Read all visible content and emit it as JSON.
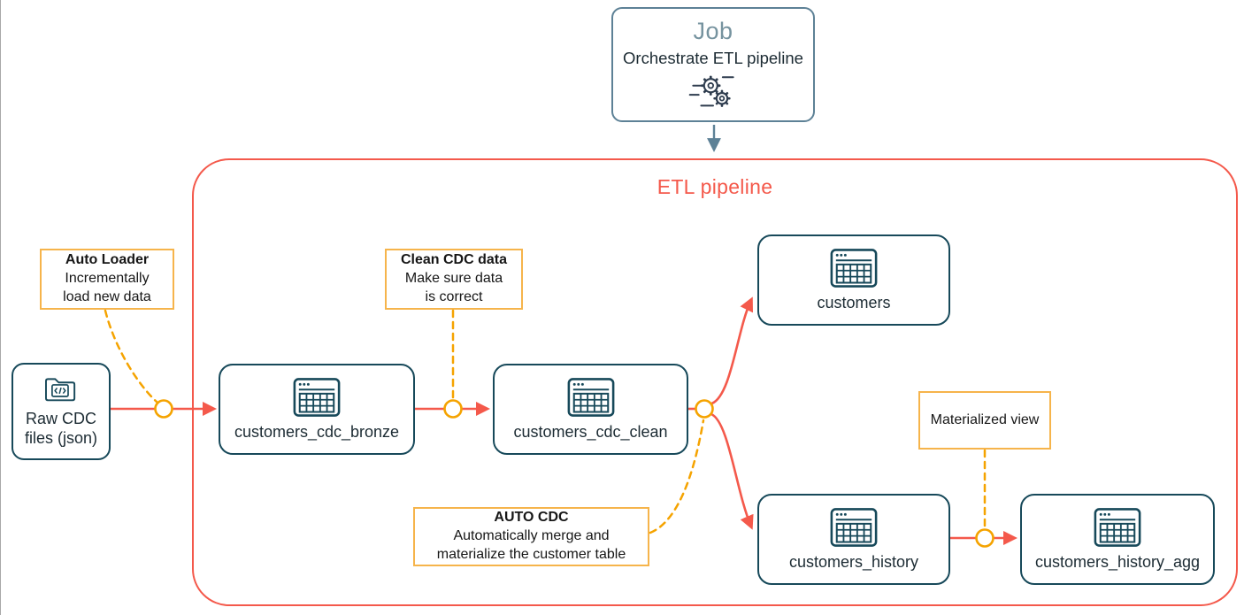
{
  "diagram": {
    "type": "etl-pipeline-architecture"
  },
  "colors": {
    "accent": "#F4594B",
    "node_border": "#17495A",
    "annotation_border": "#F6B44B",
    "connector": "#F5A300",
    "job_border": "#5D8196",
    "job_title": "#76939F",
    "text": "#1C2B33",
    "job_icon": "#2E3C4E"
  },
  "job": {
    "title": "Job",
    "subtitle": "Orchestrate ETL pipeline",
    "icon": "gears-icon"
  },
  "pipeline": {
    "title": "ETL pipeline"
  },
  "source": {
    "label": "Raw CDC files (json)",
    "icon": "code-folder-icon"
  },
  "nodes": {
    "bronze": {
      "label": "customers_cdc_bronze",
      "icon": "table-icon"
    },
    "clean": {
      "label": "customers_cdc_clean",
      "icon": "table-icon"
    },
    "customers": {
      "label": "customers",
      "icon": "table-icon"
    },
    "history": {
      "label": "customers_history",
      "icon": "table-icon"
    },
    "history_agg": {
      "label": "customers_history_agg",
      "icon": "table-icon"
    }
  },
  "annotations": {
    "auto_loader": {
      "title": "Auto Loader",
      "body": "Incrementally load new data"
    },
    "clean_cdc": {
      "title": "Clean CDC data",
      "body": "Make sure data is correct"
    },
    "auto_cdc": {
      "title": "AUTO CDC",
      "body": "Automatically merge and materialize the customer table"
    },
    "materialized_view": {
      "title": "Materialized view"
    }
  },
  "edges": [
    {
      "from": "raw_cdc_files",
      "to": "customers_cdc_bronze",
      "style": "solid-arrow",
      "note": "auto_loader"
    },
    {
      "from": "customers_cdc_bronze",
      "to": "customers_cdc_clean",
      "style": "solid-arrow",
      "note": "clean_cdc"
    },
    {
      "from": "customers_cdc_clean",
      "to": "customers",
      "style": "solid-arrow",
      "note": "auto_cdc"
    },
    {
      "from": "customers_cdc_clean",
      "to": "customers_history",
      "style": "solid-arrow",
      "note": "auto_cdc"
    },
    {
      "from": "customers_history",
      "to": "customers_history_agg",
      "style": "solid-arrow",
      "note": "materialized_view"
    },
    {
      "from": "job",
      "to": "etl_pipeline",
      "style": "solid-arrow",
      "note": null
    }
  ]
}
